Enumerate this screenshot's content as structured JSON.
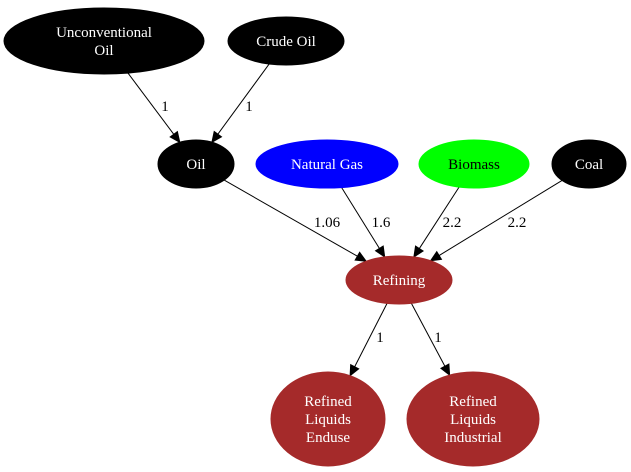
{
  "nodes": {
    "unconventional_oil": {
      "lines": [
        "Unconventional",
        "Oil"
      ],
      "fill": "#000000",
      "text_color": "#ffffff"
    },
    "crude_oil": {
      "lines": [
        "Crude Oil"
      ],
      "fill": "#000000",
      "text_color": "#ffffff"
    },
    "oil": {
      "lines": [
        "Oil"
      ],
      "fill": "#000000",
      "text_color": "#ffffff"
    },
    "natural_gas": {
      "lines": [
        "Natural Gas"
      ],
      "fill": "#0000ff",
      "text_color": "#ffffff"
    },
    "biomass": {
      "lines": [
        "Biomass"
      ],
      "fill": "#00ff00",
      "text_color": "#000000"
    },
    "coal": {
      "lines": [
        "Coal"
      ],
      "fill": "#000000",
      "text_color": "#ffffff"
    },
    "refining": {
      "lines": [
        "Refining"
      ],
      "fill": "#a52a2a",
      "text_color": "#ffffff"
    },
    "refined_liquids_enduse": {
      "lines": [
        "Refined",
        "Liquids",
        "Enduse"
      ],
      "fill": "#a52a2a",
      "text_color": "#ffffff"
    },
    "refined_liquids_industrial": {
      "lines": [
        "Refined",
        "Liquids",
        "Industrial"
      ],
      "fill": "#a52a2a",
      "text_color": "#ffffff"
    }
  },
  "edges": [
    {
      "from": "unconventional_oil",
      "to": "oil",
      "label": "1"
    },
    {
      "from": "crude_oil",
      "to": "oil",
      "label": "1"
    },
    {
      "from": "oil",
      "to": "refining",
      "label": "1.06"
    },
    {
      "from": "natural_gas",
      "to": "refining",
      "label": "1.6"
    },
    {
      "from": "biomass",
      "to": "refining",
      "label": "2.2"
    },
    {
      "from": "coal",
      "to": "refining",
      "label": "2.2"
    },
    {
      "from": "refining",
      "to": "refined_liquids_enduse",
      "label": "1"
    },
    {
      "from": "refining",
      "to": "refined_liquids_industrial",
      "label": "1"
    }
  ]
}
